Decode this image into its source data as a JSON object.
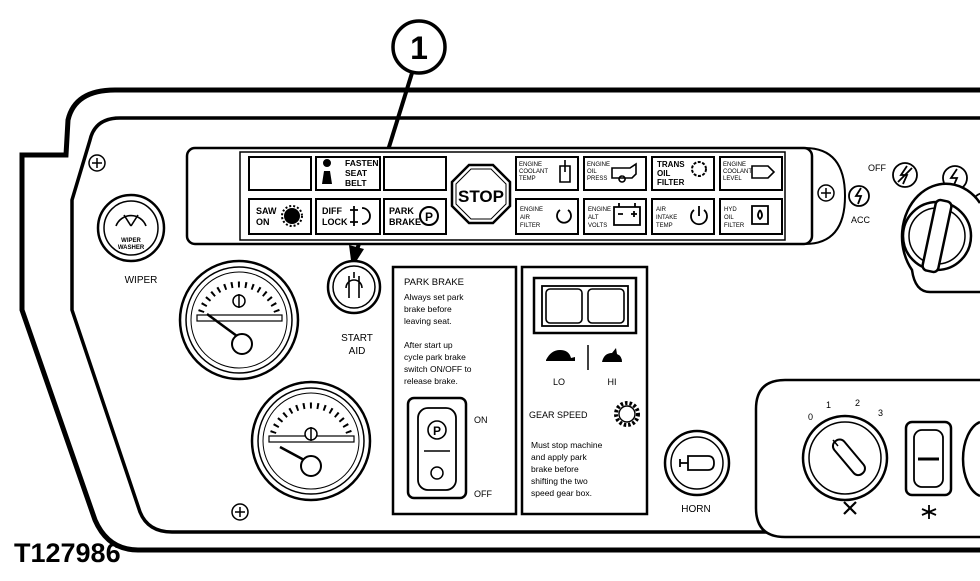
{
  "callout": {
    "number": "1"
  },
  "figure_id": "T127986",
  "indicators": {
    "fasten_seat_belt": [
      "FASTEN",
      "SEAT",
      "BELT"
    ],
    "saw_on": [
      "SAW",
      "ON"
    ],
    "diff_lock": [
      "DIFF",
      "LOCK"
    ],
    "park_brake": [
      "PARK",
      "BRAKE"
    ],
    "stop": "STOP",
    "engine_coolant_temp": [
      "ENGINE",
      "COOLANT",
      "TEMP"
    ],
    "engine_oil_press": [
      "ENGINE",
      "OIL",
      "PRESS"
    ],
    "trans_oil_filter": [
      "TRANS",
      "OIL",
      "FILTER"
    ],
    "engine_coolant_level": [
      "ENGINE",
      "COOLANT",
      "LEVEL"
    ],
    "engine_air_filter": [
      "ENGINE",
      "AIR",
      "FILTER"
    ],
    "engine_alt_volts": [
      "ENGINE",
      "ALT",
      "VOLTS"
    ],
    "air_intake_temp": [
      "AIR",
      "INTAKE",
      "TEMP"
    ],
    "hyd_oil_filter": [
      "HYD",
      "OIL",
      "FILTER"
    ]
  },
  "labels": {
    "wiper": "WIPER",
    "wiper_washer": [
      "WIPER",
      "WASHER"
    ],
    "start_aid": [
      "START",
      "AID"
    ],
    "horn": "HORN",
    "off": "OFF",
    "acc": "ACC",
    "fan_ticks": [
      "0",
      "1",
      "2",
      "3"
    ]
  },
  "park_brake_panel": {
    "title": "PARK BRAKE",
    "text1": [
      "Always set park",
      "brake before",
      "leaving seat."
    ],
    "text2": [
      "After start up",
      "cycle park brake",
      "switch ON/OFF to",
      "release brake."
    ],
    "on": "ON",
    "off": "OFF"
  },
  "gear_panel": {
    "lo": "LO",
    "hi": "HI",
    "title": "GEAR SPEED",
    "text": [
      "Must stop machine",
      "and apply park",
      "brake before",
      "shifting the two",
      "speed gear box."
    ]
  }
}
